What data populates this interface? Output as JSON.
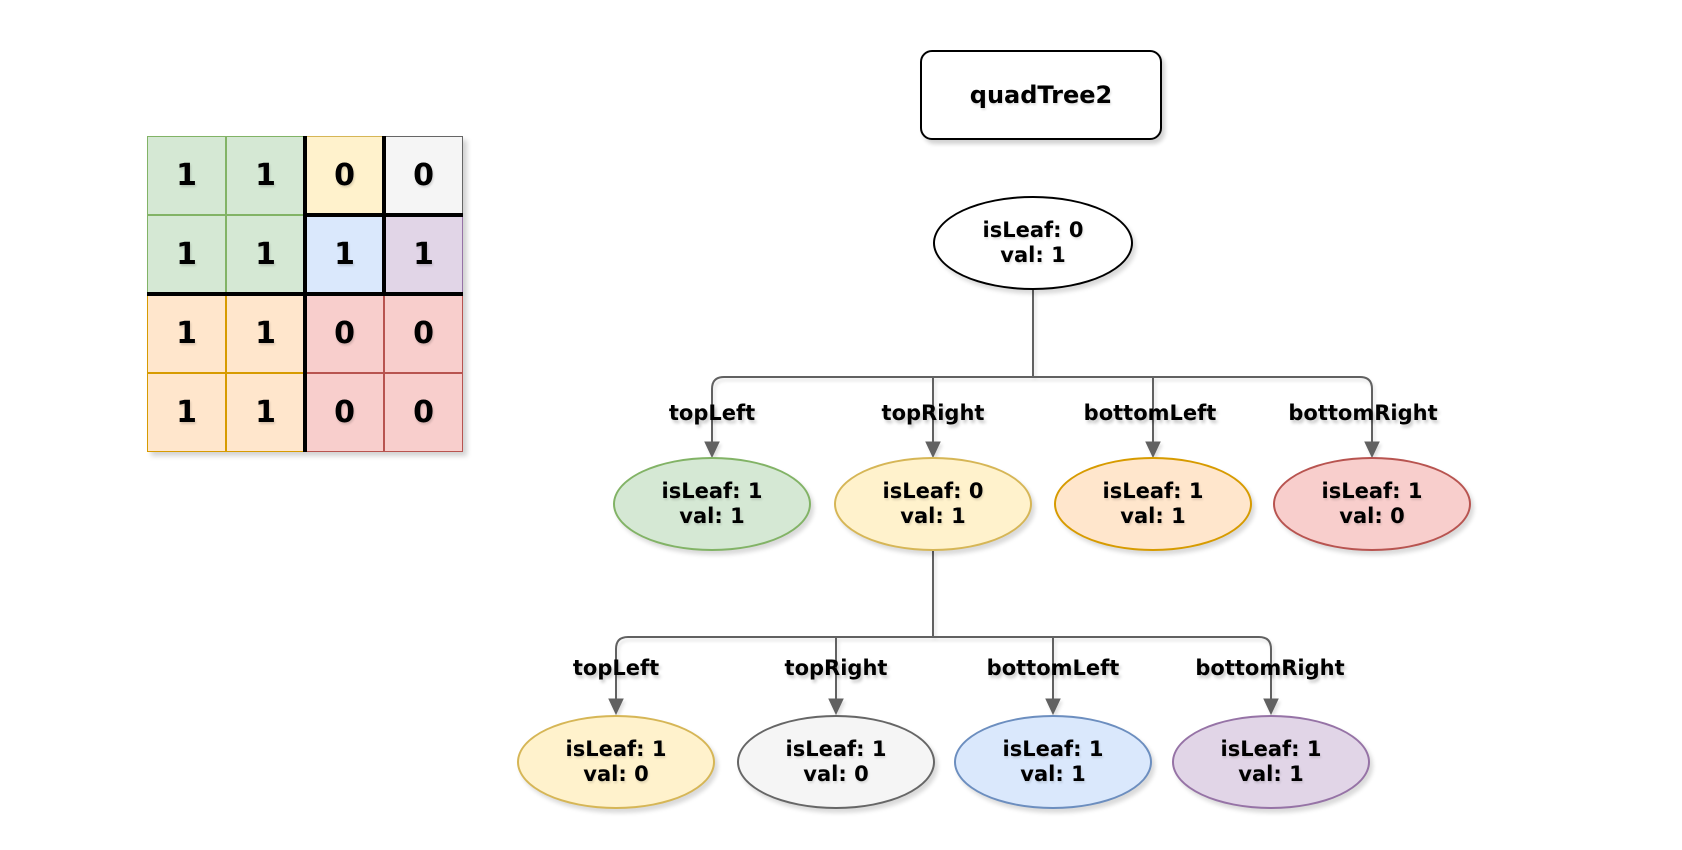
{
  "title_box": {
    "label": "quadTree2"
  },
  "palette": {
    "green": {
      "fill": "#d5e8d4",
      "stroke": "#82b366"
    },
    "yellow": {
      "fill": "#fff2cc",
      "stroke": "#d6b656"
    },
    "orange": {
      "fill": "#ffe6cc",
      "stroke": "#d79b00"
    },
    "red": {
      "fill": "#f8cecc",
      "stroke": "#b85450"
    },
    "blue": {
      "fill": "#dae8fc",
      "stroke": "#6c8ebf"
    },
    "purple": {
      "fill": "#e1d5e7",
      "stroke": "#9673a6"
    },
    "gray": {
      "fill": "#f5f5f5",
      "stroke": "#666666"
    },
    "white": {
      "fill": "#ffffff",
      "stroke": "#000000"
    },
    "edge": "#616161"
  },
  "grid": {
    "cells": [
      {
        "value": "1",
        "color": "green"
      },
      {
        "value": "1",
        "color": "green"
      },
      {
        "value": "0",
        "color": "yellow"
      },
      {
        "value": "0",
        "color": "gray"
      },
      {
        "value": "1",
        "color": "green"
      },
      {
        "value": "1",
        "color": "green"
      },
      {
        "value": "1",
        "color": "blue"
      },
      {
        "value": "1",
        "color": "purple"
      },
      {
        "value": "1",
        "color": "orange"
      },
      {
        "value": "1",
        "color": "orange"
      },
      {
        "value": "0",
        "color": "red"
      },
      {
        "value": "0",
        "color": "red"
      },
      {
        "value": "1",
        "color": "orange"
      },
      {
        "value": "1",
        "color": "orange"
      },
      {
        "value": "0",
        "color": "red"
      },
      {
        "value": "0",
        "color": "red"
      }
    ]
  },
  "tree": {
    "root": {
      "color": "white",
      "line1": "isLeaf: 0",
      "line2": "val: 1"
    },
    "level1": {
      "labels": [
        "topLeft",
        "topRight",
        "bottomLeft",
        "bottomRight"
      ],
      "nodes": [
        {
          "color": "green",
          "line1": "isLeaf: 1",
          "line2": "val: 1"
        },
        {
          "color": "yellow",
          "line1": "isLeaf: 0",
          "line2": "val: 1"
        },
        {
          "color": "orange",
          "line1": "isLeaf: 1",
          "line2": "val: 1"
        },
        {
          "color": "red",
          "line1": "isLeaf: 1",
          "line2": "val: 0"
        }
      ]
    },
    "level2": {
      "labels": [
        "topLeft",
        "topRight",
        "bottomLeft",
        "bottomRight"
      ],
      "nodes": [
        {
          "color": "yellow",
          "line1": "isLeaf: 1",
          "line2": "val: 0"
        },
        {
          "color": "gray",
          "line1": "isLeaf: 1",
          "line2": "val: 0"
        },
        {
          "color": "blue",
          "line1": "isLeaf: 1",
          "line2": "val: 1"
        },
        {
          "color": "purple",
          "line1": "isLeaf: 1",
          "line2": "val: 1"
        }
      ]
    }
  }
}
